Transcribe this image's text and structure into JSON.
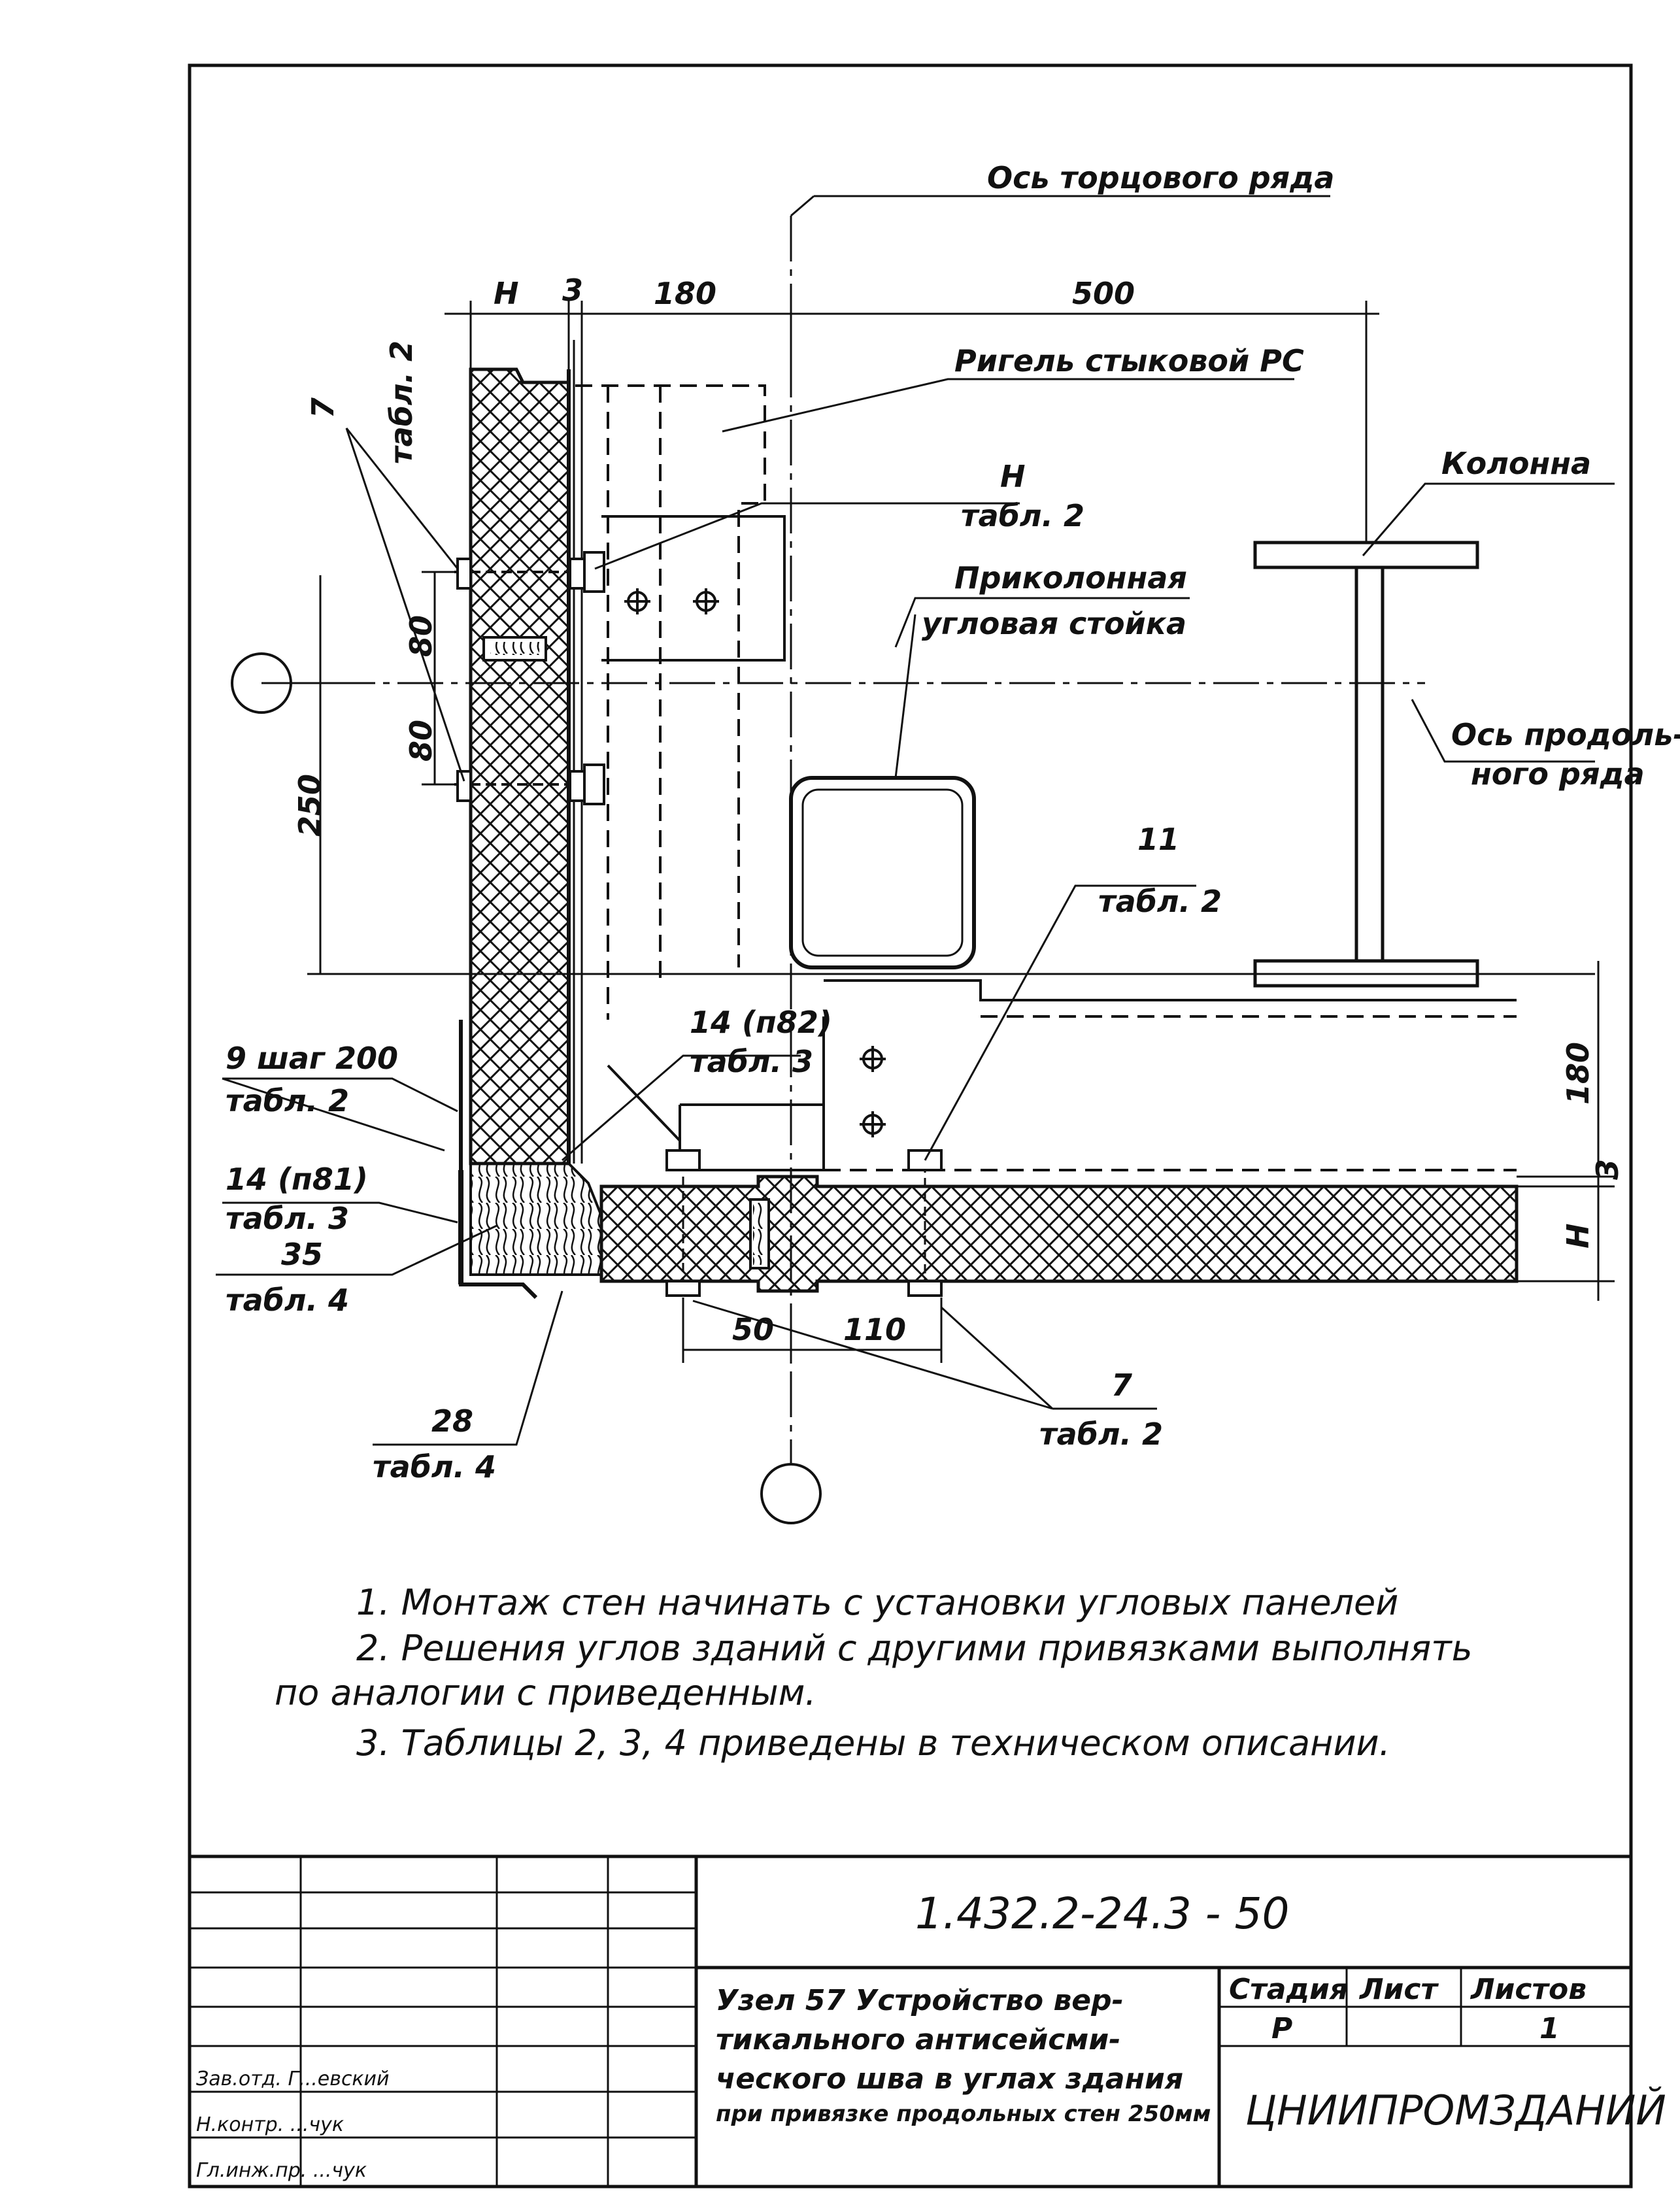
{
  "drawing": {
    "axes": {
      "end_row": "Ось торцового ряда",
      "long_row_1": "Ось продоль-",
      "long_row_2": "ного ряда"
    },
    "labels": {
      "crossbar": "Ригель стыковой РС",
      "column": "Колонна",
      "corner_post_1": "Приколонная",
      "corner_post_2": "угловая стойка",
      "item7_top_num": "7",
      "item7_top_ref": "табл. 2",
      "itemH_num": "Н",
      "itemH_ref": "табл. 2",
      "item11_num": "11",
      "item11_ref": "табл. 2",
      "item14a_num": "14 (п82)",
      "item14a_ref": "табл. 3",
      "item9_num": "9 шаг 200",
      "item9_ref": "табл. 2",
      "item14b_num": "14 (п81)",
      "item14b_ref": "табл. 3",
      "item35_num": "35",
      "item35_ref": "табл. 4",
      "item28_num": "28",
      "item28_ref": "табл. 4",
      "item7_bot_num": "7",
      "item7_bot_ref": "табл. 2"
    },
    "dims": {
      "h_top": "Н",
      "gap_top": "3",
      "d180_top": "180",
      "d500": "500",
      "d80_a": "80",
      "d80_b": "80",
      "d250": "250",
      "d180_right": "180",
      "gap_right": "3",
      "h_right": "Н",
      "d50": "50",
      "d110": "110"
    }
  },
  "notes": [
    "1. Монтаж стен начинать с установки угловых панелей",
    "2. Решения углов зданий с другими привязками выполнять",
    "по аналогии с приведенным.",
    "3. Таблицы 2, 3, 4 приведены в техническом описании."
  ],
  "title_block": {
    "doc_code": "1.432.2-24.3 - 50",
    "title_lines": [
      "Узел 57 Устройство вер-",
      "тикального антисейсми-",
      "ческого шва в углах здания",
      "при привязке продольных стен 250мм"
    ],
    "stage_header": "Стадия",
    "sheet_header": "Лист",
    "sheets_header": "Листов",
    "stage_value": "Р",
    "sheet_value": "",
    "sheets_value": "1",
    "organization": "ЦНИИПРОМЗДАНИЙ",
    "signatures": [
      "Зав.отд. Г...евский",
      "Н.контр. ...чук",
      "Гл.инж.пр. ...чук"
    ]
  }
}
